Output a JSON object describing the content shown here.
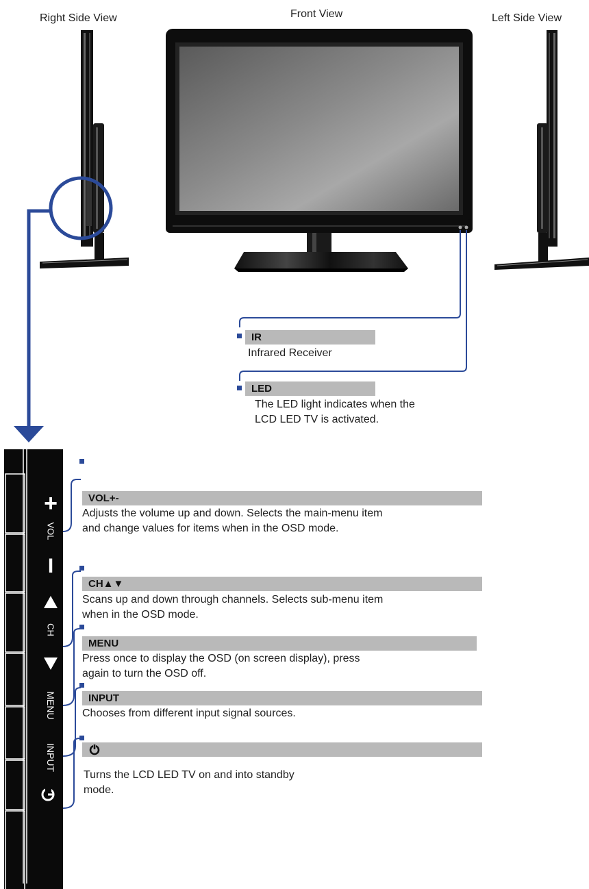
{
  "views": {
    "right": "Right Side View",
    "front": "Front View",
    "left": "Left Side View"
  },
  "front_callouts": [
    {
      "title": "IR",
      "desc": "Infrared Receiver"
    },
    {
      "title": "LED",
      "desc_lines": [
        "The LED light indicates when the",
        "LCD LED TV is activated."
      ]
    }
  ],
  "panel_buttons": {
    "plus": "+",
    "vol": "VOL",
    "minus": "I",
    "ch": "CH",
    "menu": "MENU",
    "input": "INPUT"
  },
  "button_callouts": [
    {
      "title": "VOL+-",
      "desc_lines": [
        "Adjusts the volume up and down. Selects the main-menu item",
        "and change values for items when in the OSD mode."
      ]
    },
    {
      "title": "CH▲▼",
      "desc_lines": [
        "Scans up and down through channels. Selects sub-menu item",
        "when in the OSD mode."
      ]
    },
    {
      "title": "MENU",
      "desc_lines": [
        "Press once to display the OSD (on screen display), press",
        "again to turn the OSD off."
      ]
    },
    {
      "title": "INPUT",
      "desc_lines": [
        "Chooses from different input signal sources."
      ]
    },
    {
      "title": "",
      "icon": "power-icon",
      "desc_lines": [
        "Turns the LCD LED TV on and into standby",
        "mode."
      ]
    }
  ],
  "colors": {
    "accent": "#2b4a99",
    "bar": "#b9b9b9"
  }
}
